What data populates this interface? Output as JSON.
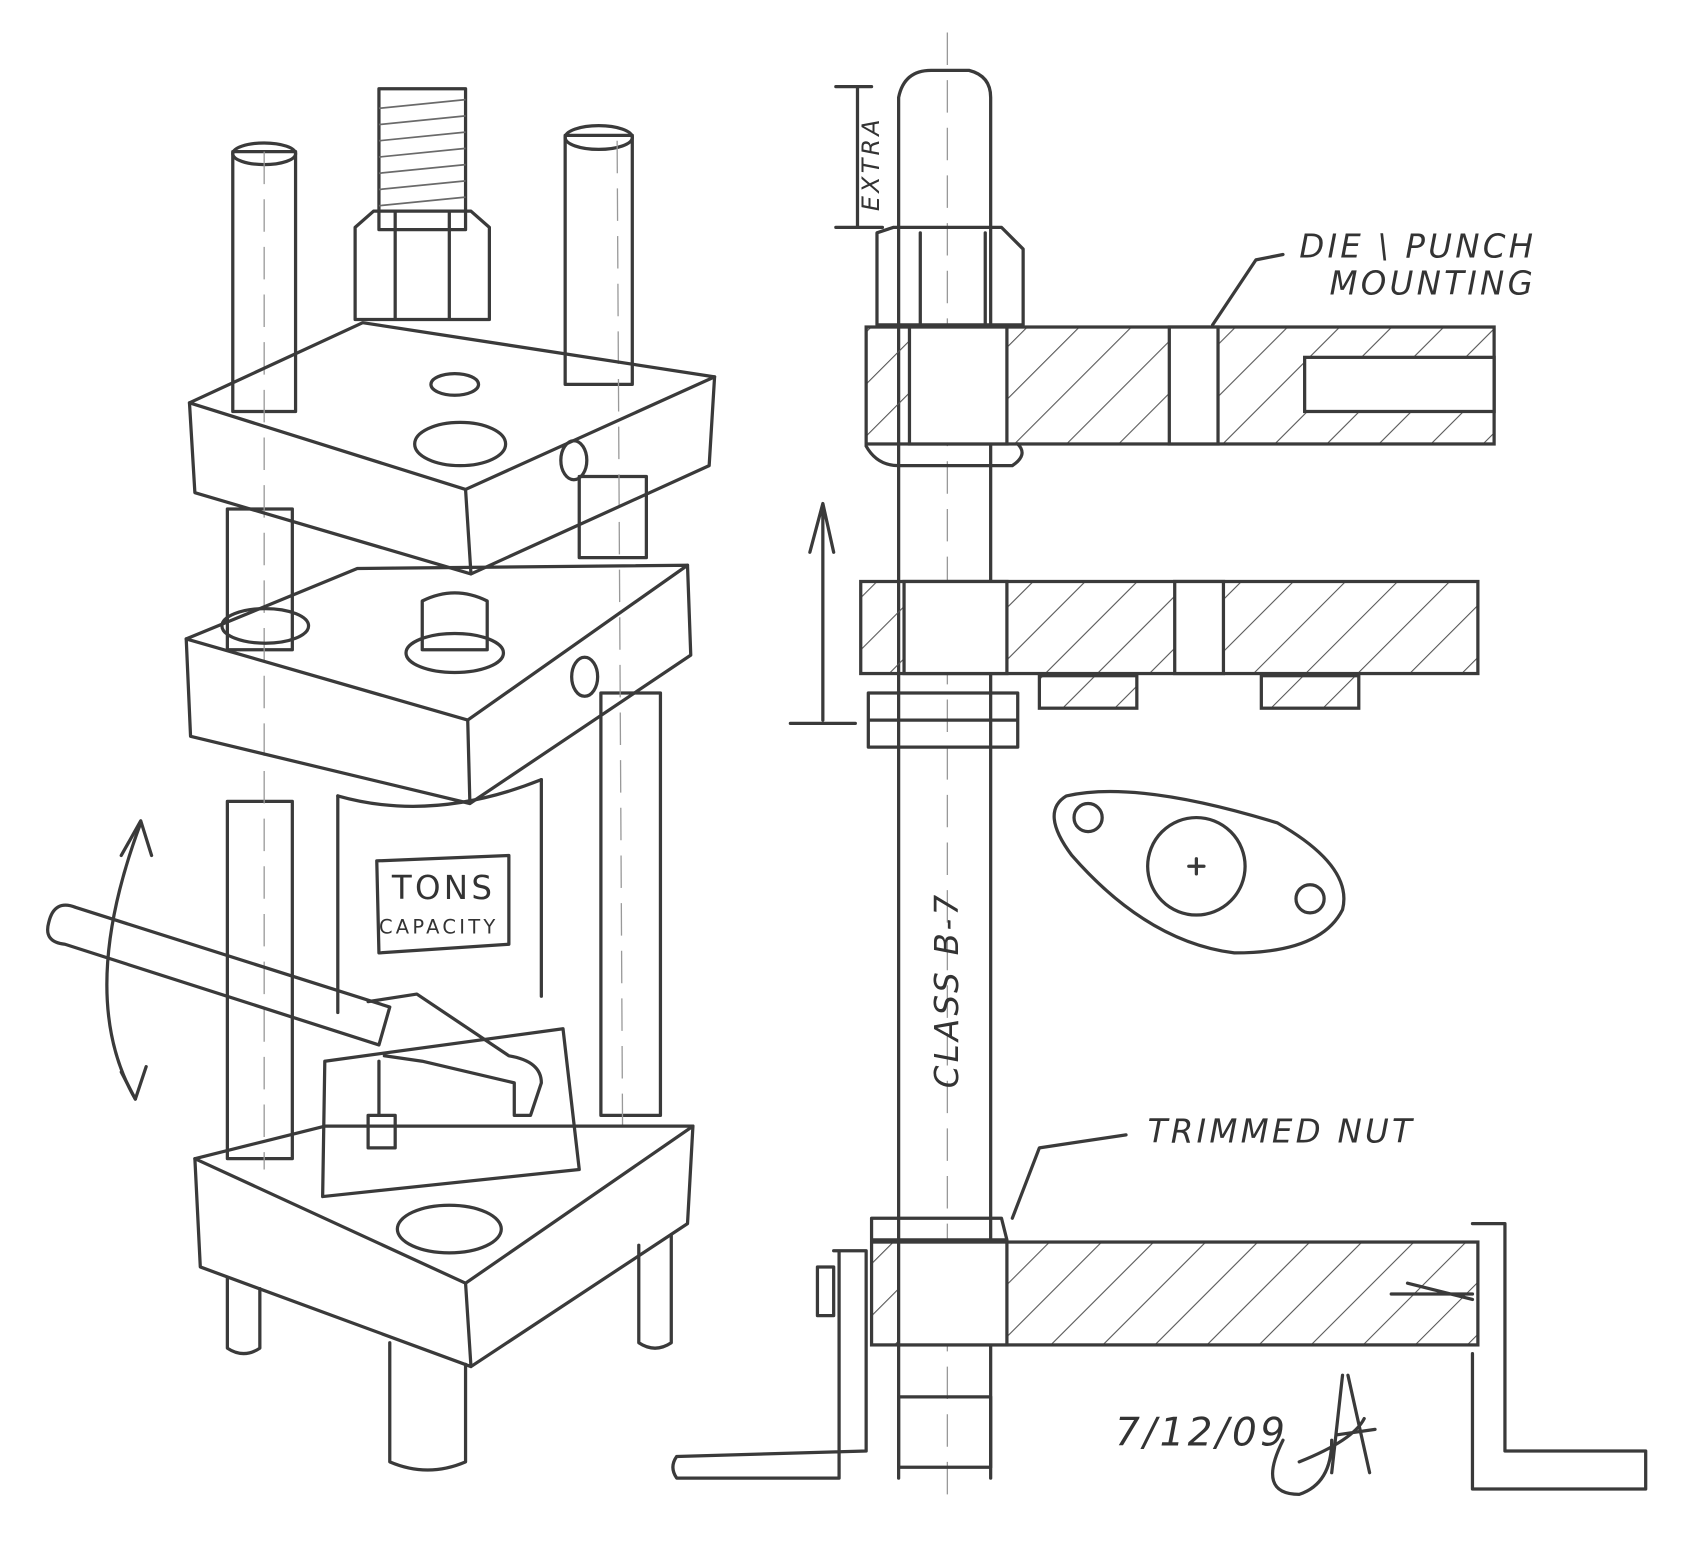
{
  "drawing": {
    "left_view": {
      "cylinder_label_line1": "TONS",
      "cylinder_label_line2": "CAPACITY"
    },
    "right_view": {
      "extra_label": "EXTRA",
      "die_punch_label_line1": "DIE \\ PUNCH",
      "die_punch_label_line2": "MOUNTING",
      "rod_label": "CLASS B-7",
      "trimmed_nut_label": "TRIMMED NUT"
    },
    "date": "7/12/09",
    "signature": "JA"
  }
}
